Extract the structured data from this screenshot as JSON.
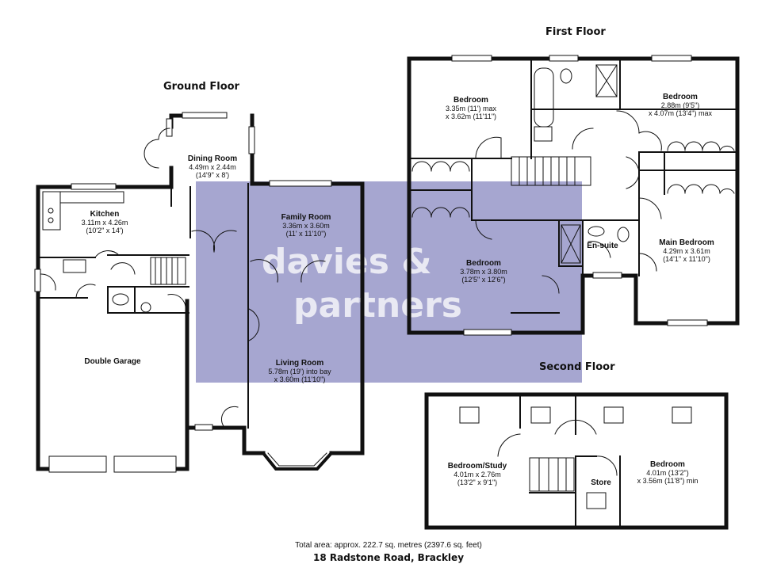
{
  "floors": [
    {
      "name": "Ground Floor"
    },
    {
      "name": "First Floor"
    },
    {
      "name": "Second Floor"
    }
  ],
  "rooms": [
    {
      "name": "Dining Room",
      "dims": [
        "4.49m x 2.44m",
        "(14'9\" x 8')"
      ]
    },
    {
      "name": "Kitchen",
      "dims": [
        "3.11m x 4.26m",
        "(10'2\" x 14')"
      ]
    },
    {
      "name": "Family Room",
      "dims": [
        "3.36m x 3.60m",
        "(11' x 11'10\")"
      ]
    },
    {
      "name": "Double Garage",
      "dims": []
    },
    {
      "name": "Living Room",
      "dims": [
        "5.78m (19') into bay",
        "x 3.60m (11'10\")"
      ]
    },
    {
      "name": "Bedroom",
      "dims": [
        "3.35m (11') max",
        "x 3.62m (11'11\")"
      ]
    },
    {
      "name": "Bedroom",
      "dims": [
        "2.88m (9'5\")",
        "x 4.07m (13'4\") max"
      ]
    },
    {
      "name": "Bedroom",
      "dims": [
        "3.78m x 3.80m",
        "(12'5\" x 12'6\")"
      ]
    },
    {
      "name": "En-suite",
      "dims": []
    },
    {
      "name": "Main Bedroom",
      "dims": [
        "4.29m x 3.61m",
        "(14'1\" x 11'10\")"
      ]
    },
    {
      "name": "Bedroom/Study",
      "dims": [
        "4.01m x 2.76m",
        "(13'2\" x 9'1\")"
      ]
    },
    {
      "name": "Store",
      "dims": []
    },
    {
      "name": "Bedroom",
      "dims": [
        "4.01m (13'2\")",
        "x 3.56m (11'8\") min"
      ]
    }
  ],
  "watermark": {
    "line1": "davies &",
    "line2": "partners"
  },
  "footer": {
    "total_area": "Total area: approx. 222.7 sq. metres (2397.6 sq. feet)",
    "address": "18 Radstone Road, Brackley"
  },
  "colors": {
    "wall": "#111111",
    "watermark": "#3a3a96"
  }
}
